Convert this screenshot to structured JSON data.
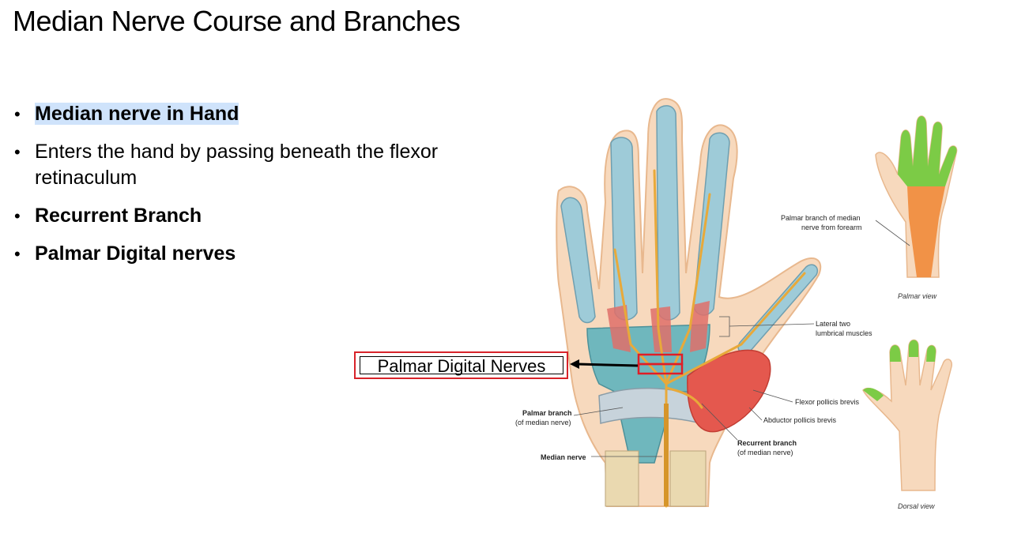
{
  "slide": {
    "title": "Median Nerve Course and Branches",
    "bullets": [
      "Median nerve in Hand",
      "Enters the hand by passing beneath the flexor retinaculum",
      "Recurrent Branch",
      "Palmar Digital nerves"
    ]
  },
  "figure": {
    "callout": "Palmar Digital Nerves",
    "labels": {
      "palmar_branch_title": "Palmar branch",
      "palmar_branch_sub": "(of median nerve)",
      "median_nerve": "Median nerve",
      "lateral_lumbricals_1": "Lateral two",
      "lateral_lumbricals_2": "lumbrical muscles",
      "flexor_pollicis_brevis": "Flexor pollicis brevis",
      "abductor_pollicis_brevis": "Abductor pollicis brevis",
      "recurrent_branch_title": "Recurrent branch",
      "recurrent_branch_sub": "(of median nerve)",
      "palmar_branch_forearm_1": "Palmar branch of median",
      "palmar_branch_forearm_2": "nerve from forearm",
      "palmar_view": "Palmar view",
      "dorsal_view": "Dorsal view"
    }
  },
  "colors": {
    "highlight": "#cfe3fb",
    "callout_border": "#d8232a",
    "skin": "#f7d9bd",
    "skin_outline": "#e8b88e",
    "tendon": "#9ecbd8",
    "nerve": "#e8a93a",
    "muscle": "#e4584e",
    "territory_green": "#7ccb46",
    "territory_orange": "#f08a3a"
  }
}
